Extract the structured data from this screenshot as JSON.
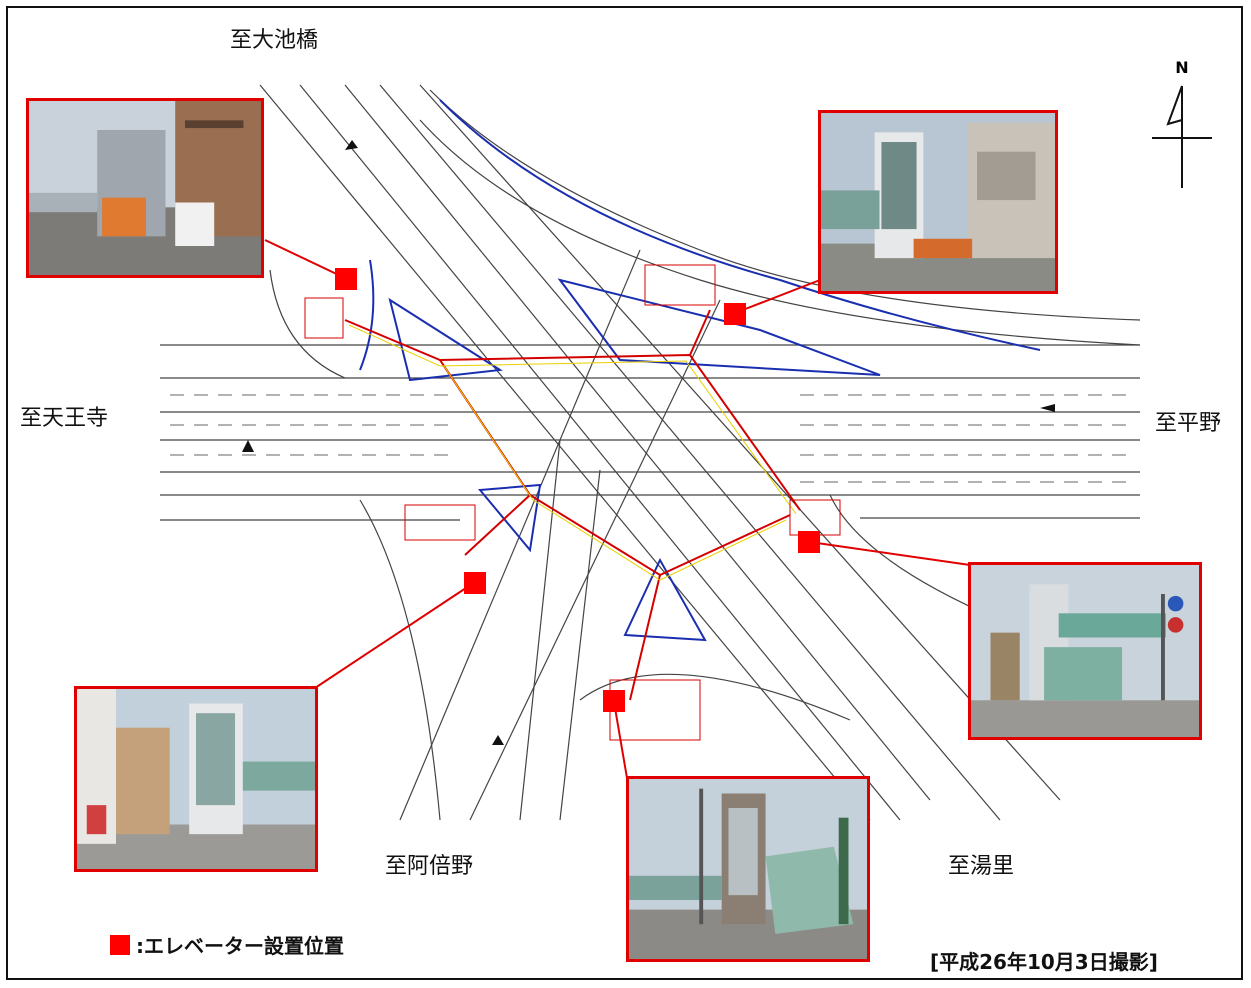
{
  "directions": {
    "north": "至大池橋",
    "west": "至天王寺",
    "east": "至平野",
    "southwest": "至阿倍野",
    "southeast": "至湯里"
  },
  "compass": {
    "label": "N"
  },
  "legend": {
    "label": ":エレベーター設置位置",
    "color": "#ff0000"
  },
  "caption": "[平成26年10月3日撮影]",
  "colors": {
    "accent": "#e00000",
    "marker": "#ff0000",
    "road_lines": "#444444",
    "pedestrian_path": "#d40000",
    "island_hatch": "#1a2fb0"
  },
  "photos": [
    {
      "id": "photo-northwest"
    },
    {
      "id": "photo-northeast"
    },
    {
      "id": "photo-east"
    },
    {
      "id": "photo-southwest"
    },
    {
      "id": "photo-south"
    }
  ]
}
